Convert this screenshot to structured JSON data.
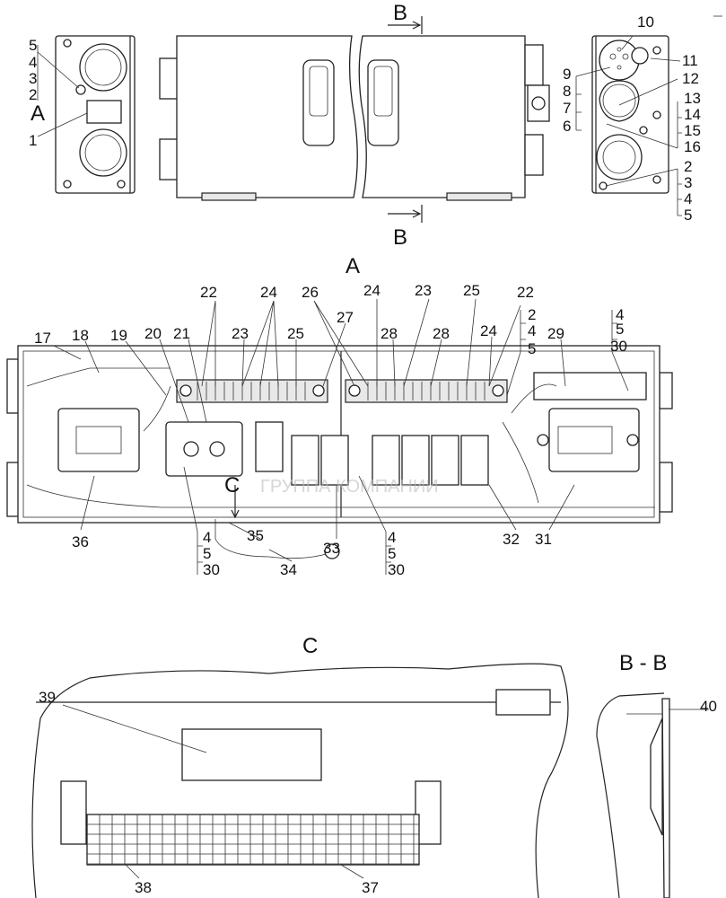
{
  "title": "Блок реле и предохранителей — сборочный чертёж",
  "top_view": {
    "left_labels": [
      "5",
      "4",
      "3",
      "2",
      "A",
      "1"
    ],
    "section_mark": [
      "B",
      "B"
    ],
    "right_labels": [
      "10",
      "11",
      "9",
      "12",
      "8",
      "7",
      "13",
      "14",
      "15",
      "6",
      "16",
      "2",
      "3",
      "4",
      "5"
    ]
  },
  "section_a": {
    "title": "A",
    "labels": [
      "22",
      "24",
      "26",
      "24",
      "23",
      "25",
      "22",
      "23",
      "25",
      "27",
      "28",
      "28",
      "24",
      "2",
      "4",
      "5",
      "4",
      "5",
      "30",
      "29",
      "17",
      "18",
      "19",
      "20",
      "21",
      "C",
      "36",
      "4",
      "5",
      "30",
      "35",
      "34",
      "33",
      "4",
      "5",
      "30",
      "32",
      "31"
    ],
    "watermark": "ГРУППА КОМПАНИИ"
  },
  "section_c": {
    "title": "C",
    "labels": [
      "39",
      "38",
      "37"
    ]
  },
  "section_bb": {
    "title": "B - B",
    "labels": [
      "40"
    ]
  }
}
